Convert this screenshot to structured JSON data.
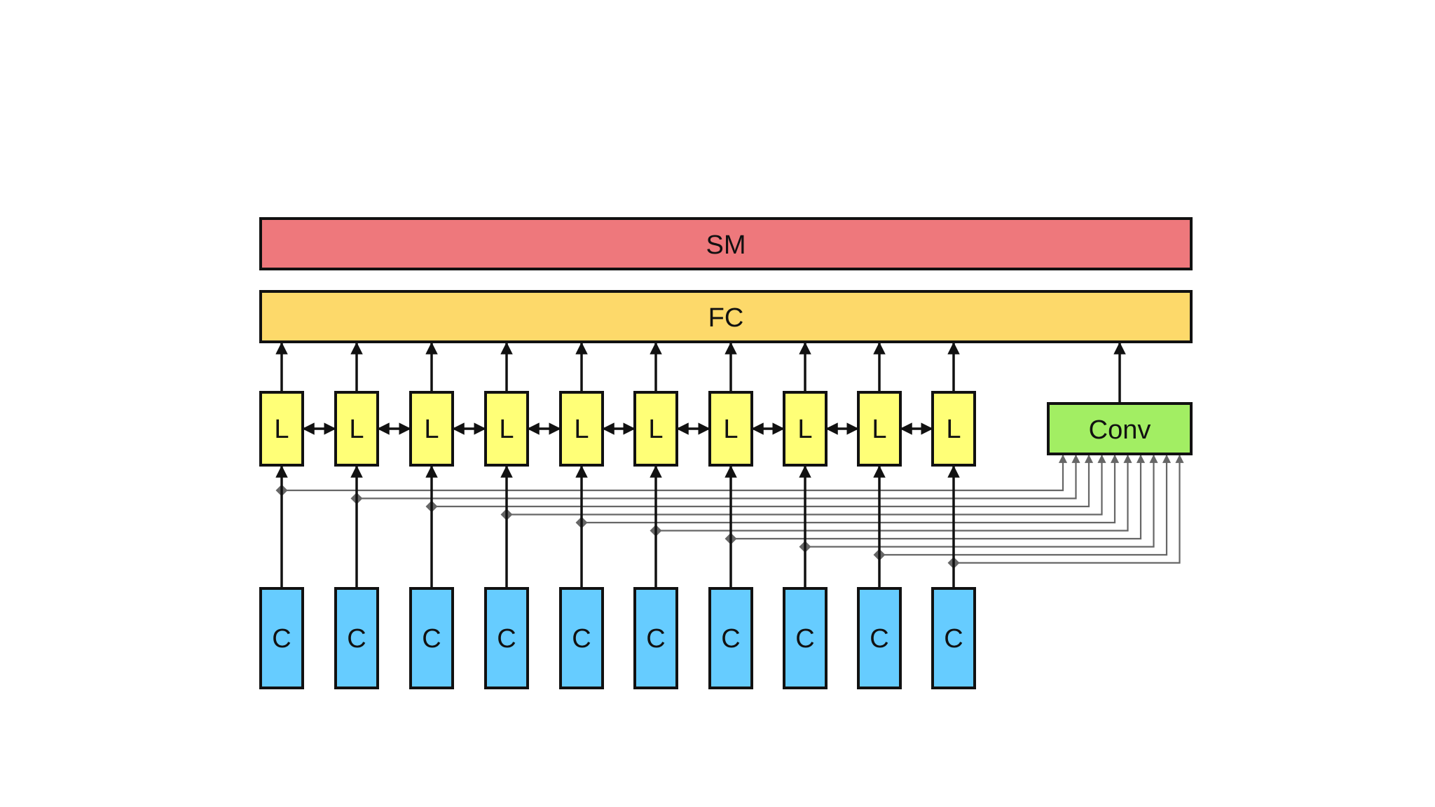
{
  "diagram": {
    "blocks": {
      "softmax": {
        "label": "SM",
        "color": "#EE787C"
      },
      "fully_connected": {
        "label": "FC",
        "color": "#FDD96A"
      },
      "conv": {
        "label": "Conv",
        "color": "#A2EE63"
      }
    },
    "lstm_cells": [
      {
        "label": "L"
      },
      {
        "label": "L"
      },
      {
        "label": "L"
      },
      {
        "label": "L"
      },
      {
        "label": "L"
      },
      {
        "label": "L"
      },
      {
        "label": "L"
      },
      {
        "label": "L"
      },
      {
        "label": "L"
      },
      {
        "label": "L"
      }
    ],
    "char_inputs": [
      {
        "label": "C"
      },
      {
        "label": "C"
      },
      {
        "label": "C"
      },
      {
        "label": "C"
      },
      {
        "label": "C"
      },
      {
        "label": "C"
      },
      {
        "label": "C"
      },
      {
        "label": "C"
      },
      {
        "label": "C"
      },
      {
        "label": "C"
      }
    ],
    "colors": {
      "lstm": "#FFFF77",
      "char": "#66CCFF",
      "stroke": "#111111",
      "skip_line": "#666666"
    }
  }
}
